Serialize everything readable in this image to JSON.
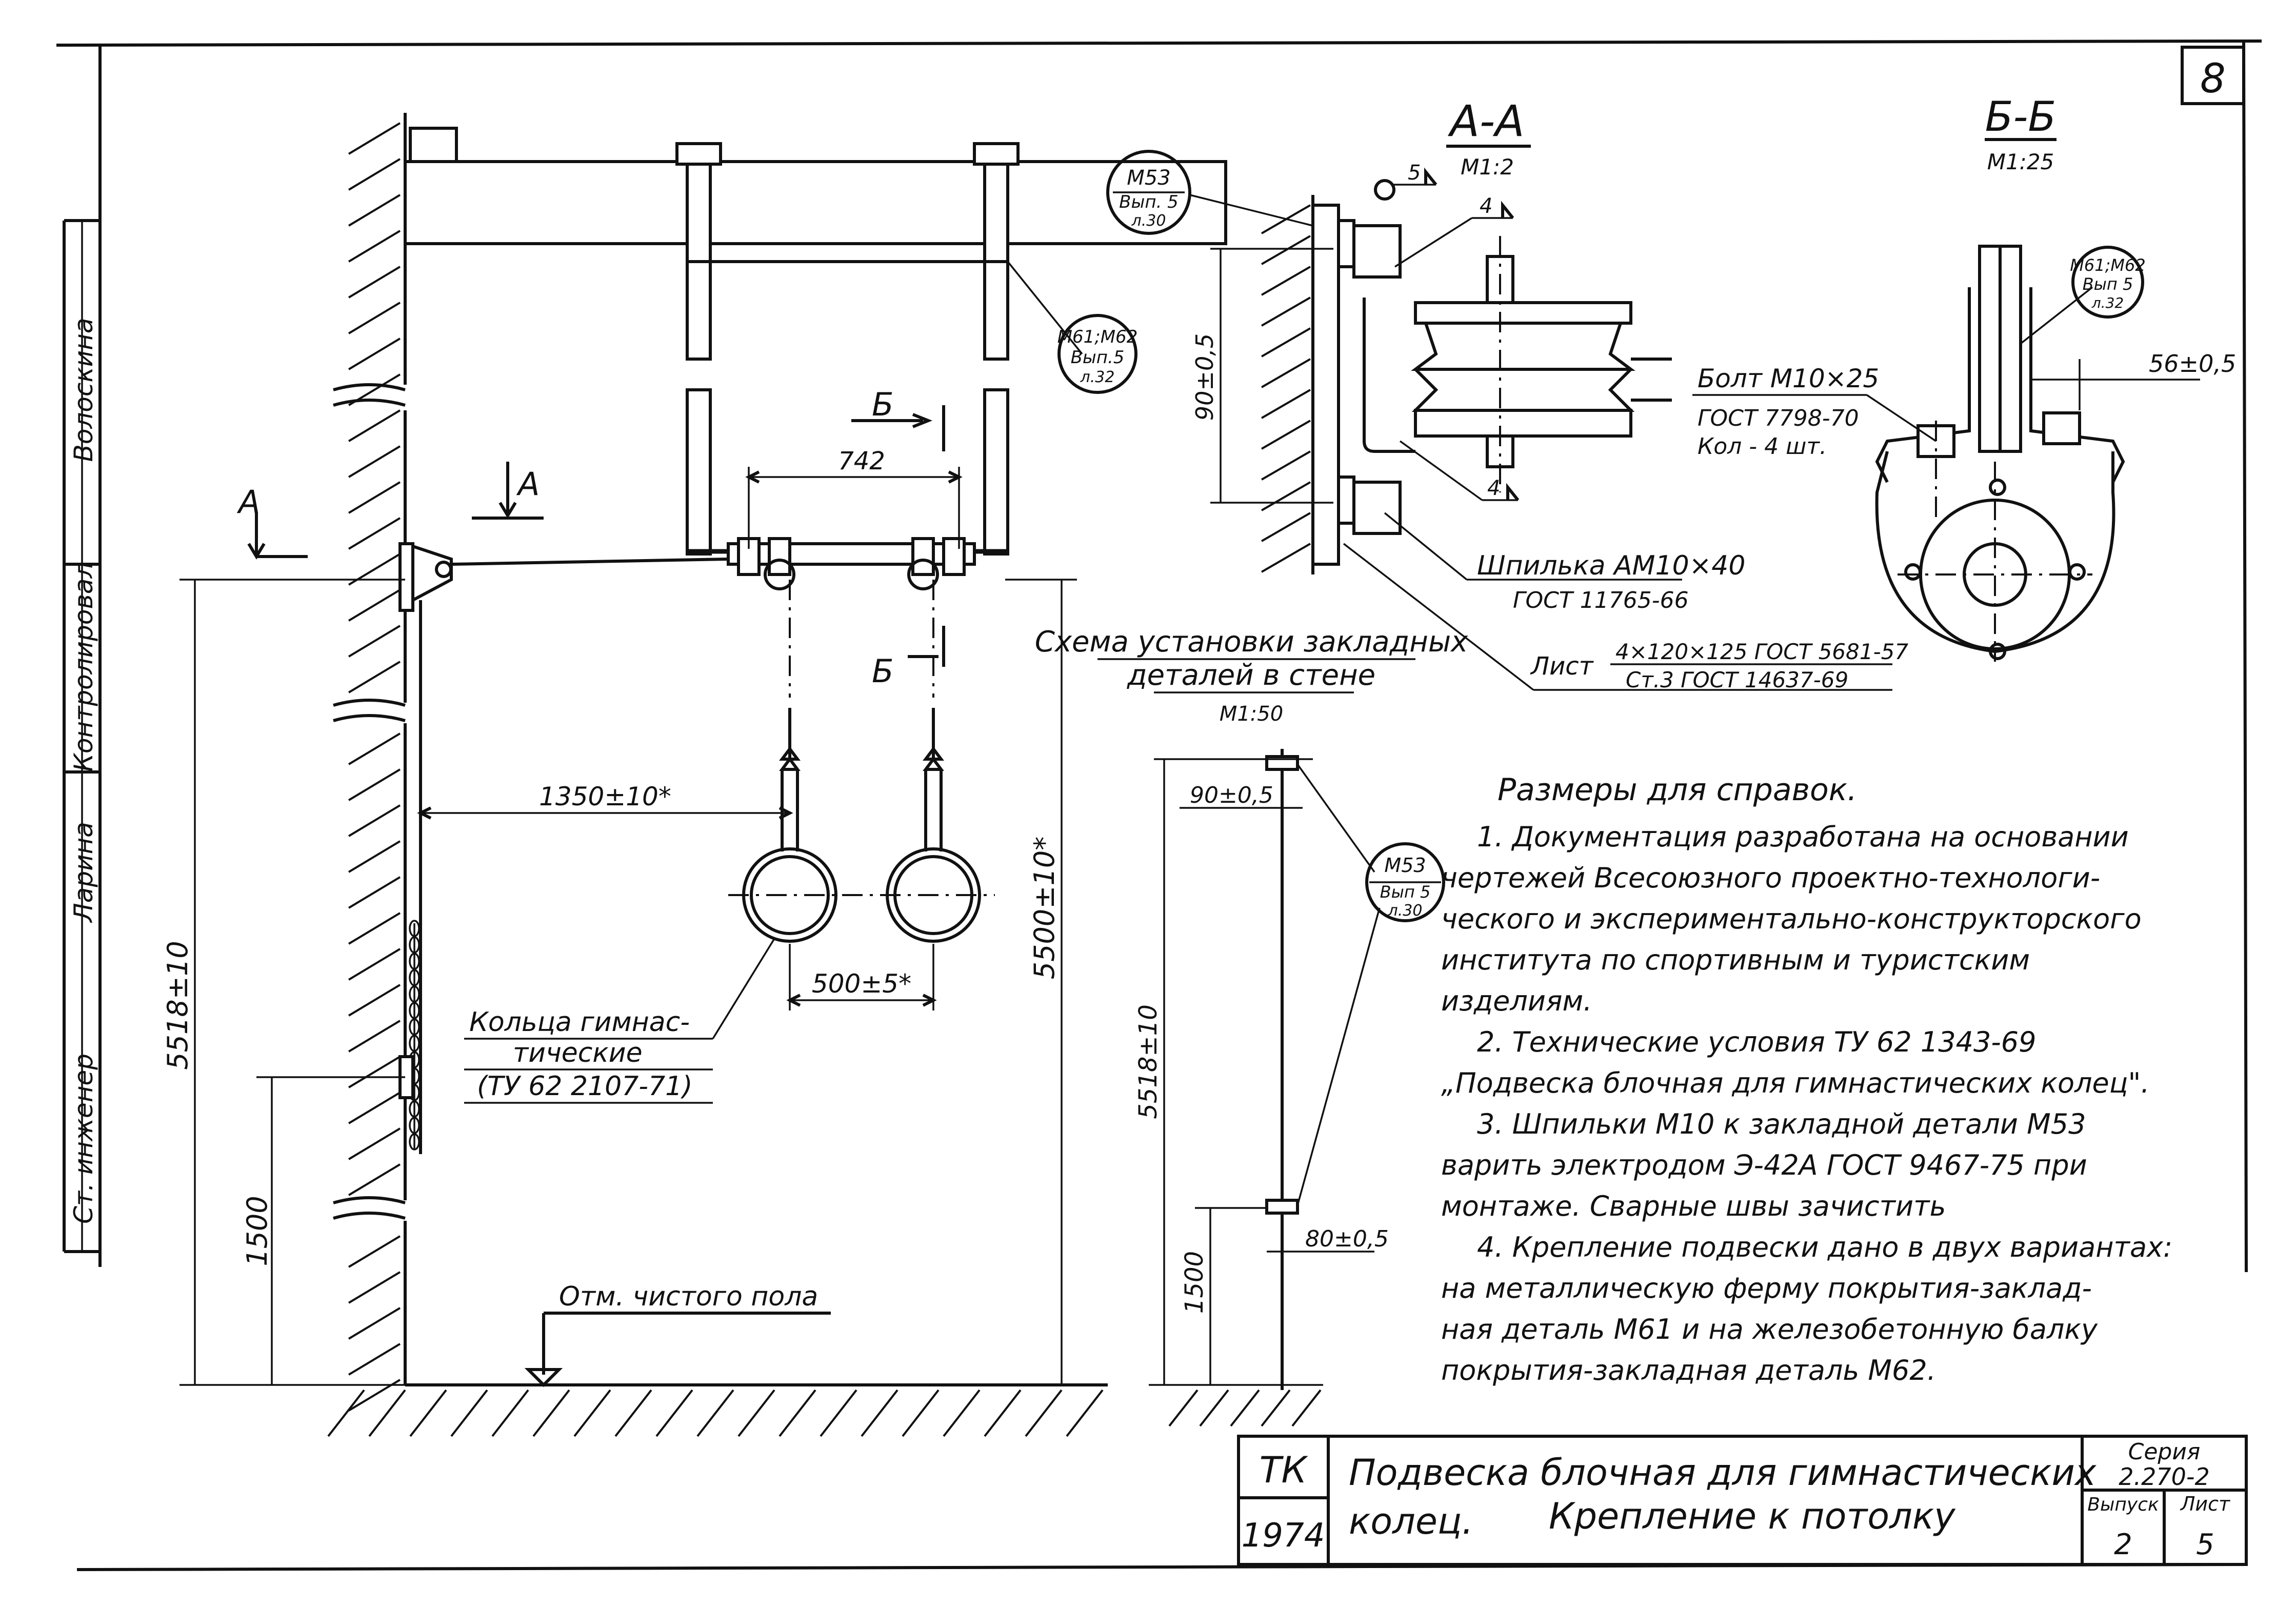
{
  "sheet": {
    "number": "8"
  },
  "stamp_side": {
    "role_1": "Ст. инженер",
    "name_1": "Ларина",
    "role_2": "Контролировал",
    "name_2": "Волоскина"
  },
  "views": {
    "aa": {
      "title": "А-А",
      "scale": "М1:2"
    },
    "bb": {
      "title": "Б-Б",
      "scale": "М1:25"
    },
    "scheme": {
      "title_line1": "Схема установки закладных",
      "title_line2": "деталей в стене",
      "scale": "М1:50"
    }
  },
  "section_marks": {
    "a": "А",
    "b": "Б"
  },
  "dimensions": {
    "span_742": "742",
    "h_5518": "5518±10",
    "h_5500": "5500±10*",
    "h_1500": "1500",
    "d_1350": "1350±10*",
    "d_500": "500±5*",
    "d_90": "90±0,5",
    "d_56": "56±0,5",
    "d_80": "80±0,5"
  },
  "callouts": {
    "m53_aa": {
      "line1": "М53",
      "line2": "Вып. 5",
      "line3": "л.30"
    },
    "m61_main": {
      "line1": "М61;М62",
      "line2": "Вып.5",
      "line3": "л.32"
    },
    "m61_bb": {
      "line1": "М61;М62",
      "line2": "Вып 5",
      "line3": "л.32"
    },
    "m53_scheme": {
      "line1": "М53",
      "line2": "Вып 5",
      "line3": "л.30"
    }
  },
  "welds": {
    "w5": "5",
    "w4a": "4",
    "w4b": "4"
  },
  "labels": {
    "bolt_1": "Болт М10×25",
    "bolt_2": "ГОСТ 7798-70",
    "bolt_3": "Кол - 4 шт.",
    "stud_1": "Шпилька АМ10×40",
    "stud_2": "ГОСТ 11765-66",
    "sheet_prefix": "Лист",
    "sheet_1": "4×120×125 ГОСТ 5681-57",
    "sheet_2": "Ст.3 ГОСТ 14637-69",
    "rings_1": "Кольца гимнас-",
    "rings_2": "тические",
    "rings_3": "(ТУ 62 2107-71)",
    "floor": "Отм. чистого пола"
  },
  "notes": {
    "heading": "Размеры для справок.",
    "lines": [
      "1. Документация разработана на основании",
      "чертежей Всесоюзного проектно-технологи-",
      "ческого и экспериментально-конструкторского",
      "институтa по спортивным и туристским",
      "изделиям.",
      "2. Технические условия ТУ 62 1343-69",
      "„Подвеска блочная для гимнастических колец\".",
      "3. Шпильки М10 к закладной детали М53",
      "варить электродом Э-42А ГОСТ 9467-75 при",
      "монтаже. Сварные швы зачистить",
      "4. Крепление подвески дано в двух вариантах:",
      "на металлическую ферму покрытия-заклад-",
      "ная деталь М61 и на железобетонную балку",
      "покрытия-закладная деталь М62."
    ]
  },
  "title_block": {
    "org": "ТК",
    "year": "1974",
    "title_line1": "Подвеска блочная для гимнастических",
    "title_line2": "колец.",
    "title_line3": "Крепление к потолку",
    "series_label": "Серия",
    "series_value": "2.270-2",
    "issue_label": "Выпуск",
    "issue_value": "2",
    "sheet_label": "Лист",
    "sheet_value": "5"
  }
}
